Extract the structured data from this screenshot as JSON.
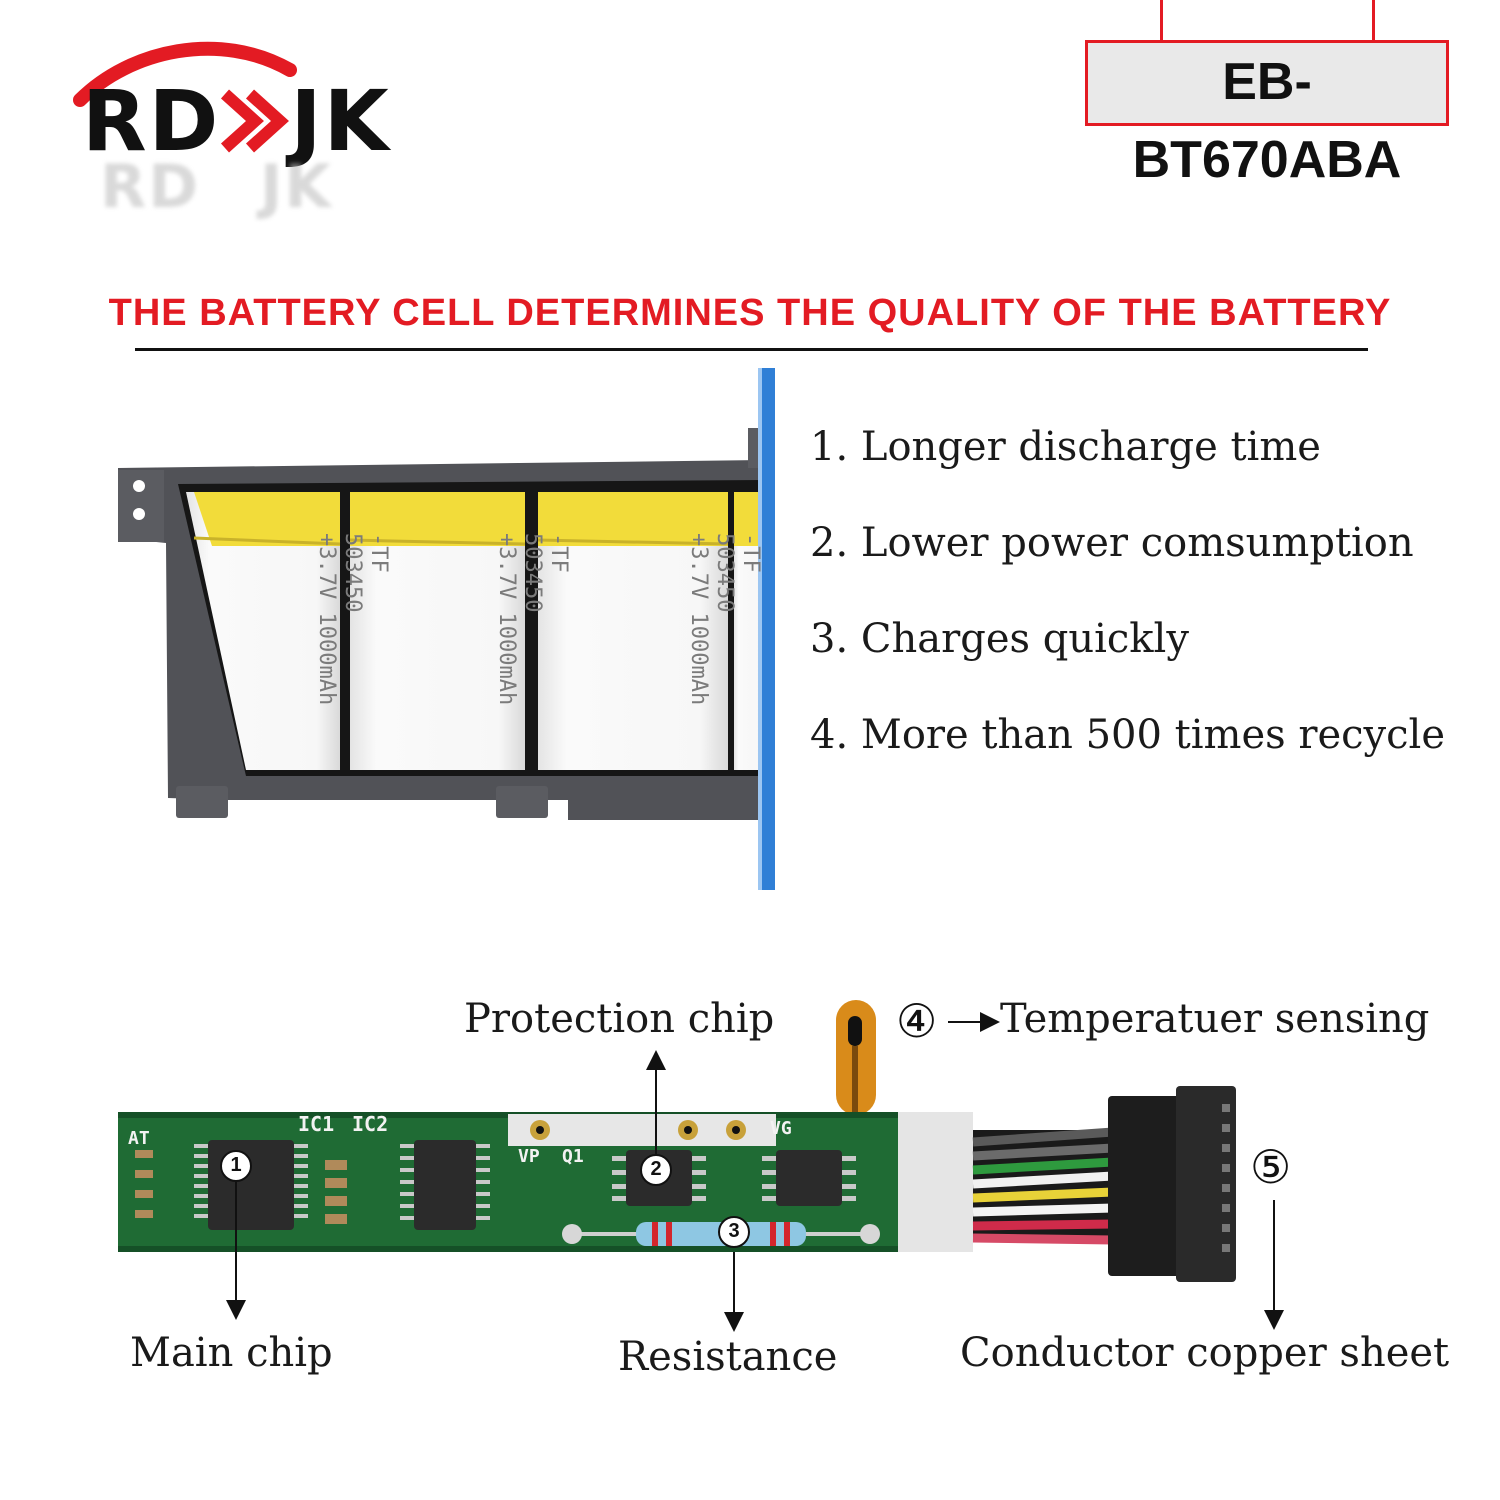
{
  "brand": {
    "logo_text": "RD",
    "logo_text_tail": "JK"
  },
  "model": {
    "code": "EB-BT670ABA"
  },
  "headline": {
    "text": "THE BATTERY CELL DETERMINES THE QUALITY OF THE BATTERY"
  },
  "features": [
    "1. Longer discharge time",
    "2. Lower power comsumption",
    "3. Charges quickly",
    "4. More than 500 times recycle"
  ],
  "cell_print": {
    "line1": "-TF",
    "line2": "503450",
    "line3": "+3.7V 1000mAh"
  },
  "board": {
    "silk": {
      "at": "AT",
      "ic1": "IC1",
      "ic2": "IC2",
      "vp": "VP",
      "q1": "Q1",
      "vg": "VG"
    },
    "markers": {
      "m1": "1",
      "m2": "2",
      "m3": "3",
      "m4": "④",
      "m5": "⑤"
    }
  },
  "callouts": {
    "protection_chip": "Protection chip",
    "temperature": "Temperatuer sensing",
    "main_chip": "Main chip",
    "resistance": "Resistance",
    "conductor": "Conductor copper sheet"
  },
  "colors": {
    "accent_red": "#e31b23",
    "cell_yellow": "#f2dc3a",
    "pcb_green": "#1f6b34",
    "blue_edge": "#2f7fd6"
  }
}
